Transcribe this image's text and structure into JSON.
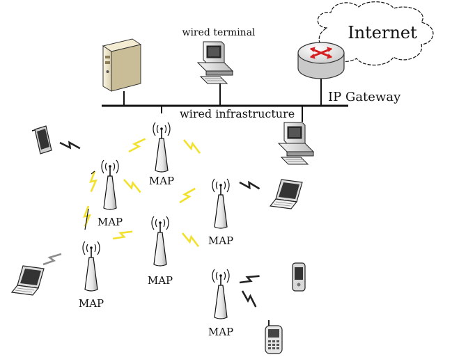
{
  "labels": {
    "internet": "Internet",
    "wired_terminal": "wired terminal",
    "ip_gateway": "IP Gateway",
    "wired_infrastructure": "wired infrastructure",
    "map": "MAP"
  },
  "colors": {
    "lightning_wired_side": "#f2e12b",
    "lightning_client_side": "#222222",
    "lightning_grey": "#8c8c8c",
    "router_arrows": "#d42020",
    "bus_line": "#111111"
  },
  "icons": [
    "server-icon",
    "desktop-icon",
    "router-icon",
    "cloud-icon",
    "laptop-icon",
    "pda-icon",
    "cellphone-icon",
    "mesh-access-point-icon",
    "lightning-link-icon"
  ]
}
